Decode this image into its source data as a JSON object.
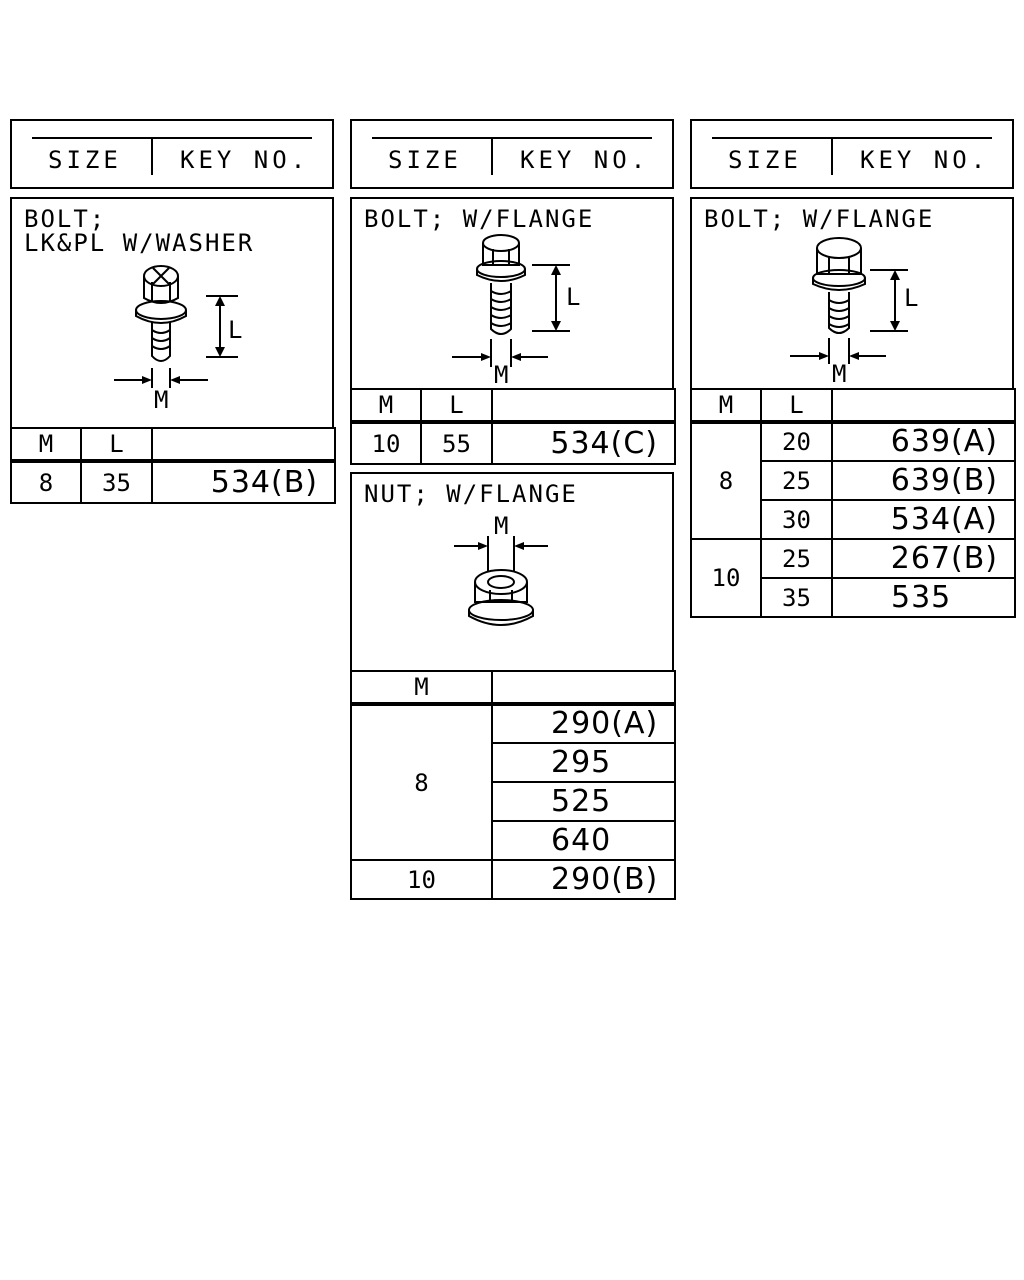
{
  "headers": [
    {
      "size": "SIZE",
      "key": "KEY NO."
    },
    {
      "size": "SIZE",
      "key": "KEY NO."
    },
    {
      "size": "SIZE",
      "key": "KEY NO."
    }
  ],
  "part_washer_bolt": {
    "title_line1": "BOLT;",
    "title_line2": "LK&PL W/WASHER",
    "dim_l": "L",
    "dim_m": "M",
    "col_m": "M",
    "col_l": "L",
    "rows": [
      {
        "m": "8",
        "l": "35",
        "key": "534(B)"
      }
    ]
  },
  "part_flange_bolt_a": {
    "title": "BOLT; W/FLANGE",
    "dim_l": "L",
    "dim_m": "M",
    "col_m": "M",
    "col_l": "L",
    "rows": [
      {
        "m": "10",
        "l": "55",
        "key": "534(C)"
      }
    ]
  },
  "part_flange_nut": {
    "title": "NUT; W/FLANGE",
    "dim_m": "M",
    "col_m": "M",
    "groups": [
      {
        "m": "8",
        "keys": [
          "290(A)",
          "295",
          "525",
          "640"
        ]
      },
      {
        "m": "10",
        "keys": [
          "290(B)"
        ]
      }
    ]
  },
  "part_flange_bolt_b": {
    "title": "BOLT; W/FLANGE",
    "dim_l": "L",
    "dim_m": "M",
    "col_m": "M",
    "col_l": "L",
    "groups": [
      {
        "m": "8",
        "rows": [
          {
            "l": "20",
            "key": "639(A)"
          },
          {
            "l": "25",
            "key": "639(B)"
          },
          {
            "l": "30",
            "key": "534(A)"
          }
        ]
      },
      {
        "m": "10",
        "rows": [
          {
            "l": "25",
            "key": "267(B)"
          },
          {
            "l": "35",
            "key": "535"
          }
        ]
      }
    ]
  }
}
